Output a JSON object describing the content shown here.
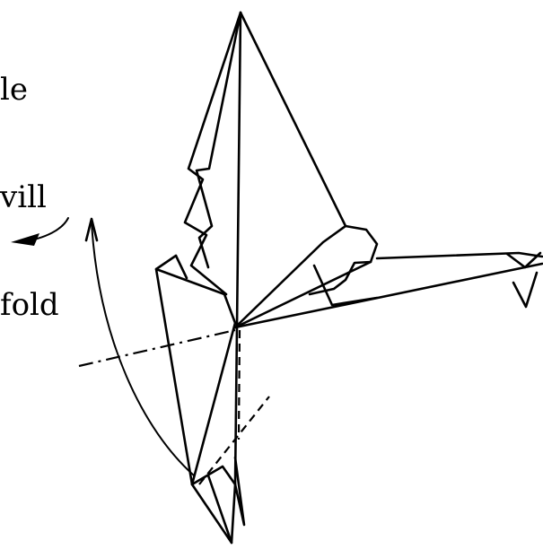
{
  "text_fragment": {
    "lines": [
      "le",
      "vill",
      "fold",
      ""
    ]
  },
  "diagram": {
    "subject": "origami bird folding step",
    "stroke_color": "#000000",
    "background_color": "#ffffff",
    "arrows": [
      {
        "name": "swivel-arrow",
        "meaning": "rotate/swing the flap around the fold axis"
      },
      {
        "name": "small-curved-arrow",
        "meaning": "direction of movement"
      }
    ],
    "lines": [
      {
        "name": "dash-dot-line",
        "meaning": "fold line (mountain/valley axis)"
      },
      {
        "name": "dashed-line",
        "meaning": "hidden fold line"
      }
    ]
  }
}
